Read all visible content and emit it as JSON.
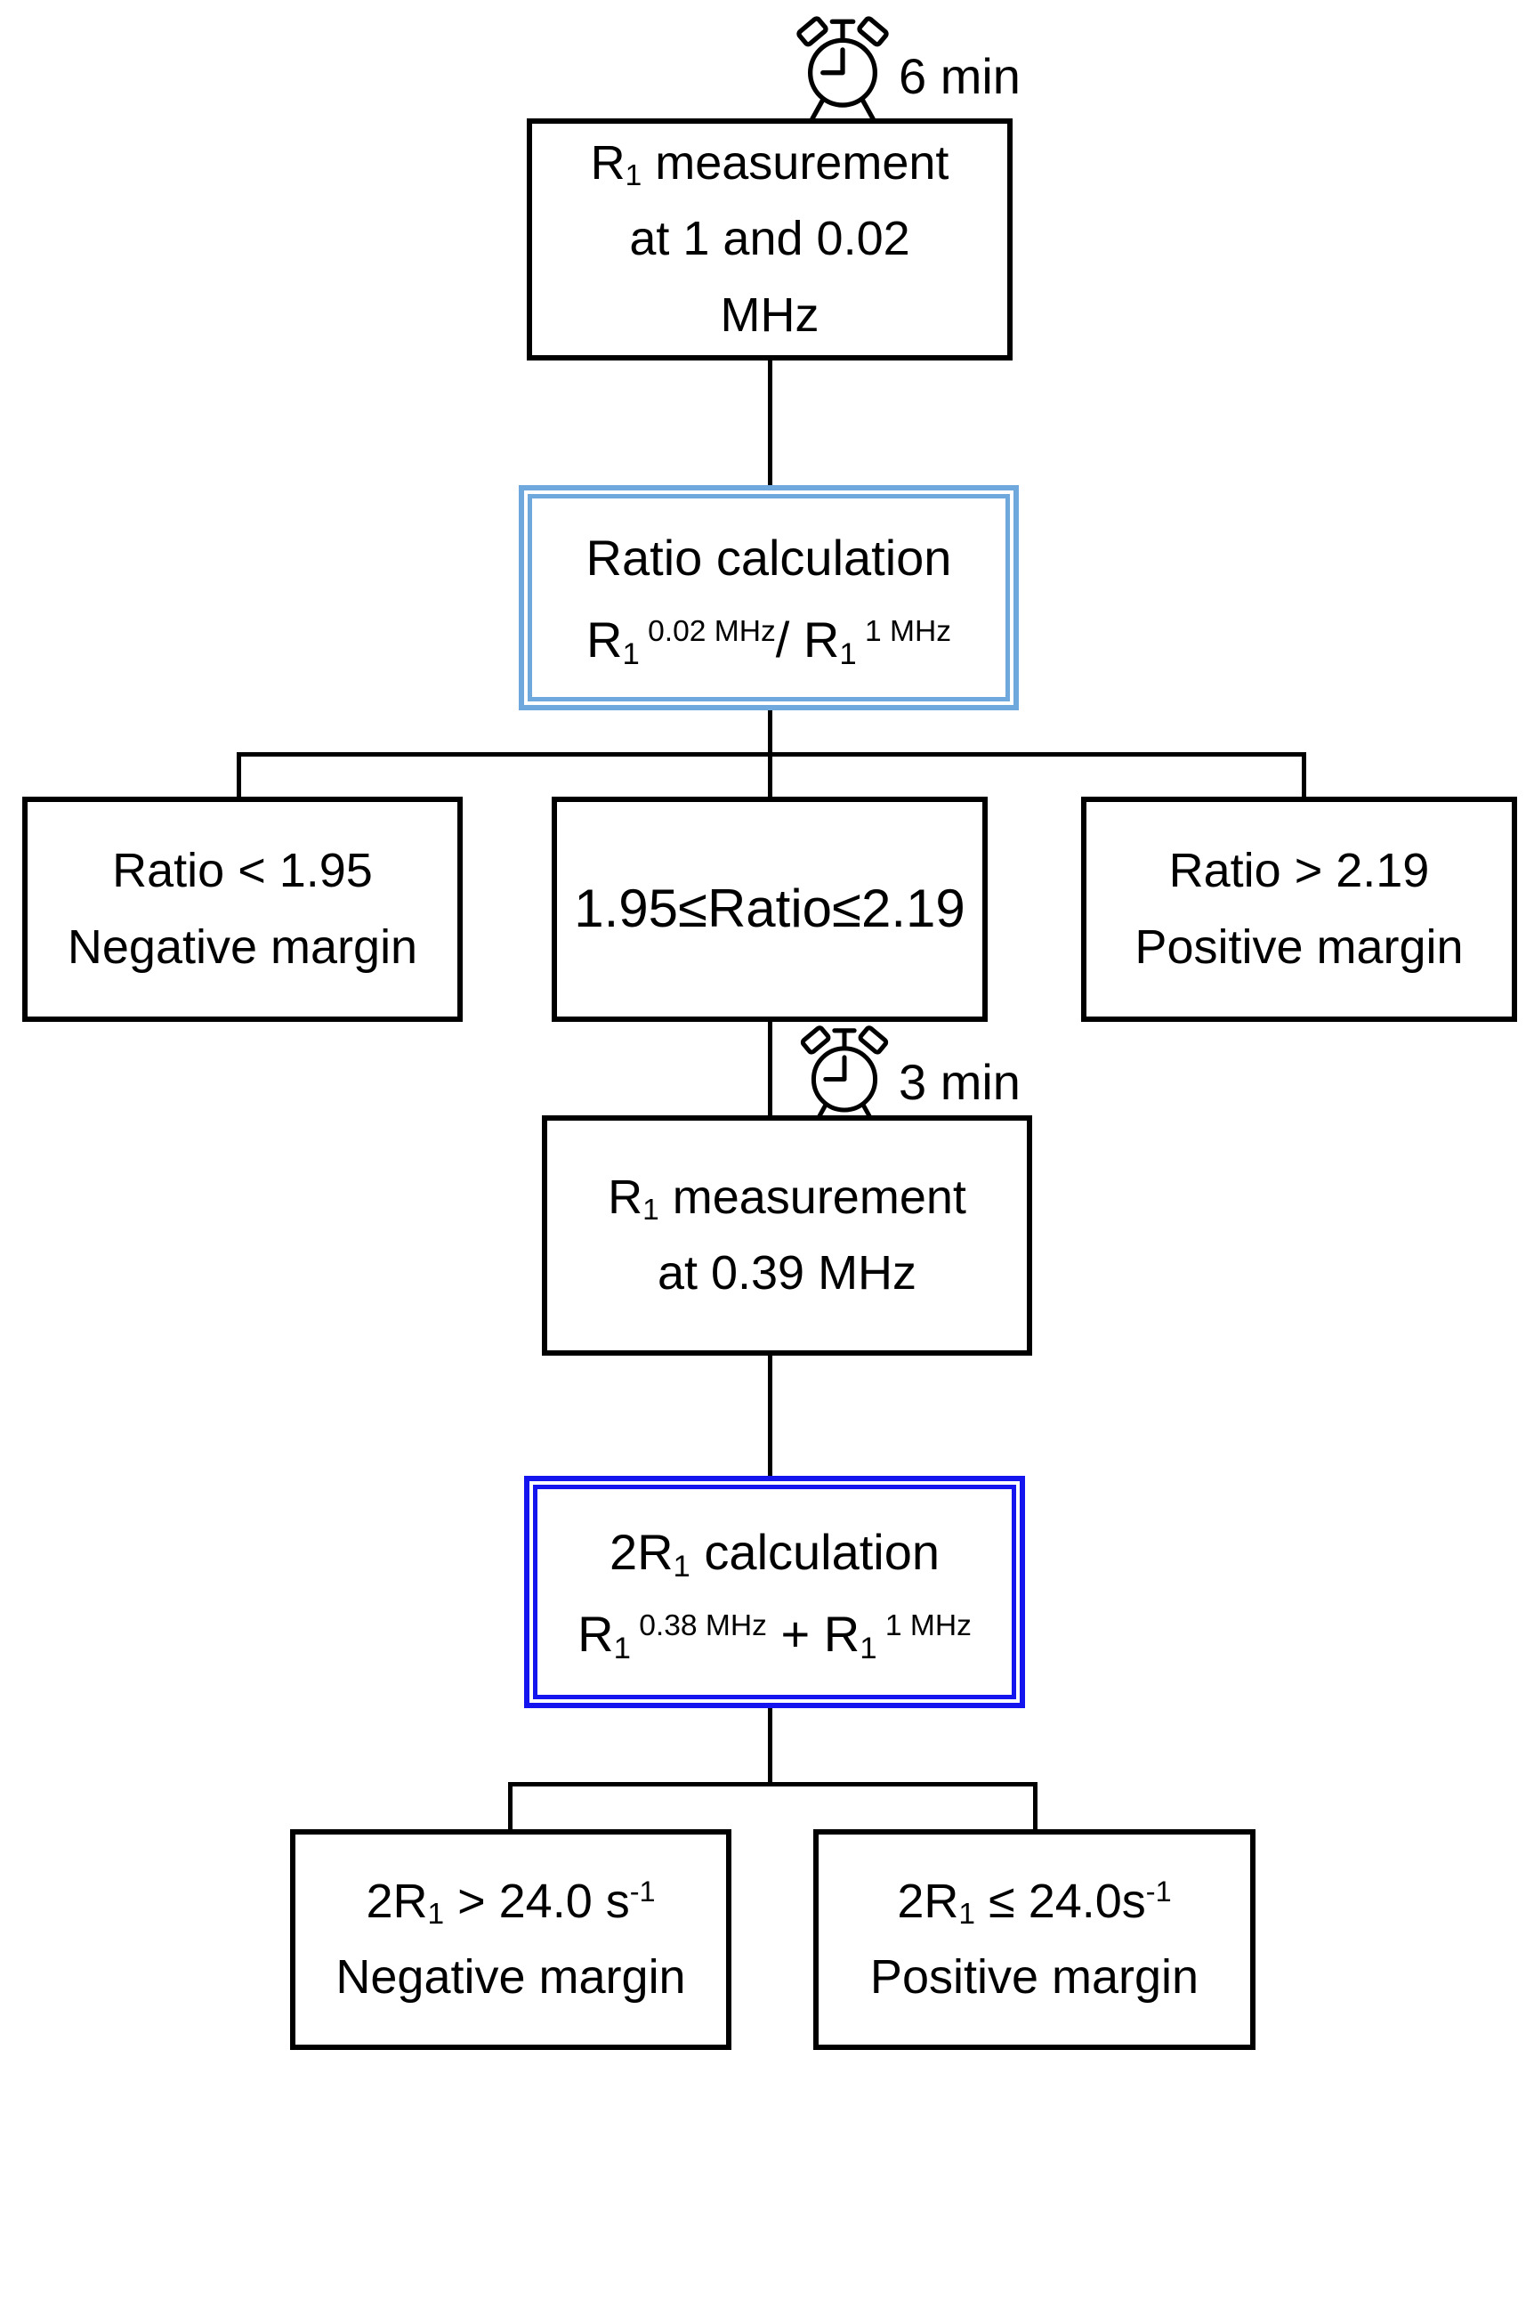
{
  "colors": {
    "light_blue_border": "#6FA8DC",
    "dark_blue_border": "#1414EE",
    "line_color": "#000000",
    "background": "#FFFFFF"
  },
  "timers": {
    "timer1": "6 min",
    "timer2": "3 min"
  },
  "nodes": {
    "measure1": {
      "base": "R",
      "sub": "1",
      "rest": " measurement",
      "line2": "at 1 and 0.02",
      "line3": "MHz"
    },
    "ratio_calc": {
      "title": "Ratio calculation",
      "f1_base": "R",
      "f1_sub": "1",
      "f1_sup": " 0.02 MHz",
      "op": "/ ",
      "f2_base": "R",
      "f2_sub": "1",
      "f2_sup": " 1 MHz"
    },
    "ratio_low": {
      "line1": "Ratio < 1.95",
      "line2": "Negative margin"
    },
    "ratio_mid": {
      "line1": "1.95≤Ratio≤2.19"
    },
    "ratio_high": {
      "line1": "Ratio > 2.19",
      "line2": "Positive margin"
    },
    "measure2": {
      "base": "R",
      "sub": "1",
      "rest": " measurement",
      "line2": "at 0.39 MHz"
    },
    "sum_calc": {
      "title_base": "2R",
      "title_sub": "1",
      "title_rest": " calculation",
      "f1_base": "R",
      "f1_sub": "1",
      "f1_sup": " 0.38 MHz",
      "op": " + ",
      "f2_base": "R",
      "f2_sub": "1",
      "f2_sup": " 1 MHz"
    },
    "sum_high": {
      "base": "2R",
      "sub": "1",
      "mid": " > 24.0 s",
      "sup": "-1",
      "line2": "Negative margin"
    },
    "sum_low": {
      "base": "2R",
      "sub": "1",
      "mid": " ≤ 24.0s",
      "sup": "-1",
      "line2": "Positive margin"
    }
  }
}
